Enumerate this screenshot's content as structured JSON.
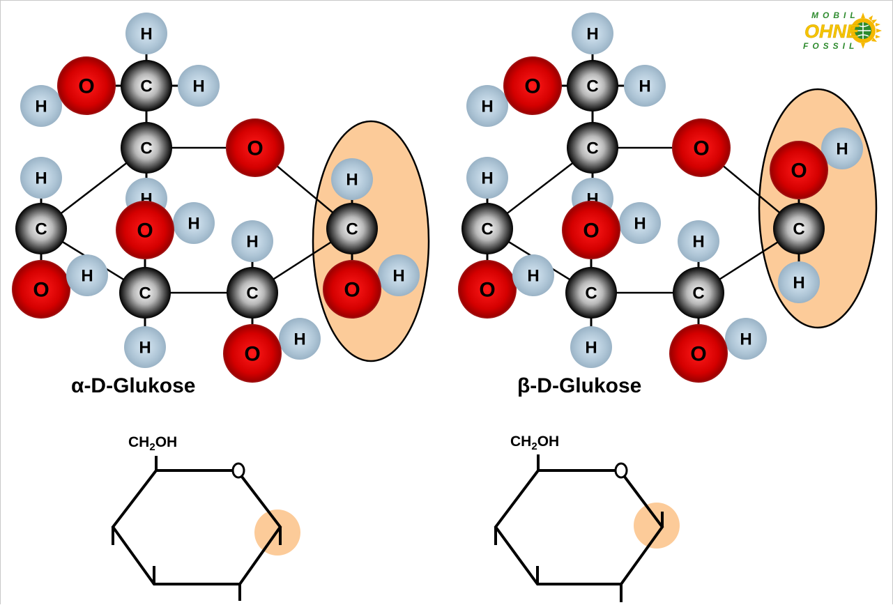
{
  "logo": {
    "top": "MOBIL",
    "middle": "OHNE",
    "bottom": "FOSSIL",
    "colors": {
      "green": "#2e8b2e",
      "yellow": "#f5c400",
      "sun": "#f5b800"
    }
  },
  "colors": {
    "oxygen": "#cc0000",
    "hydrogen": "#a9c2d4",
    "carbon": "#2a2a2a",
    "highlight": "#fccb99",
    "bond": "#000000"
  },
  "elements": {
    "C": "C",
    "H": "H",
    "O": "O"
  },
  "molecules": [
    {
      "id": "alpha",
      "title": "α-D-Glukose",
      "anomeric_hydroxyl": "down",
      "ring_formula": {
        "substituent": "CH",
        "subscript": "2",
        "suffix": "OH"
      }
    },
    {
      "id": "beta",
      "title": "β-D-Glukose",
      "anomeric_hydroxyl": "up",
      "ring_formula": {
        "substituent": "CH",
        "subscript": "2",
        "suffix": "OH"
      }
    }
  ]
}
